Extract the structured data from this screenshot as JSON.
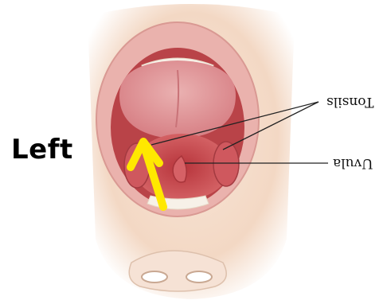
{
  "labels": {
    "side": "Left",
    "tonsils": "Tonsils",
    "uvula": "Uvula"
  },
  "colors": {
    "arrow": "#ffe800",
    "skin": "#f6e3d6",
    "lip": "#e8a7a3",
    "tongue": "#e39a9a",
    "throat": "#c7454a"
  }
}
